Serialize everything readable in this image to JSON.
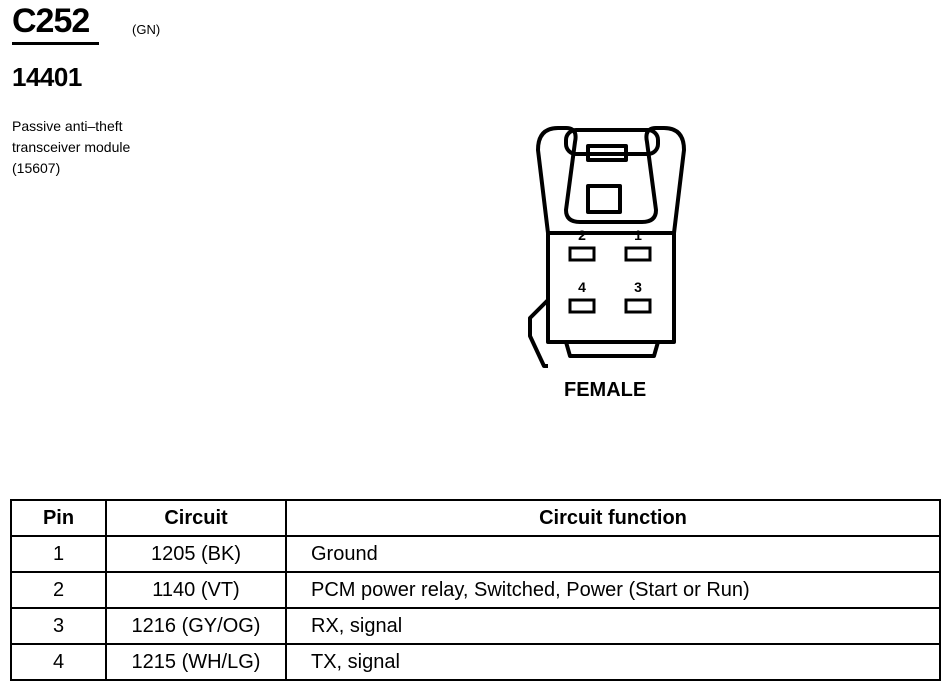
{
  "connector": {
    "id": "C252",
    "color_code": "(GN)",
    "part_number": "14401",
    "description_lines": [
      "Passive anti–theft",
      "transceiver module",
      "(15607)"
    ]
  },
  "diagram": {
    "view_label": "FEMALE",
    "cavity_labels": [
      "2",
      "1",
      "4",
      "3"
    ]
  },
  "table": {
    "headers": [
      "Pin",
      "Circuit",
      "Circuit function"
    ],
    "rows": [
      {
        "pin": "1",
        "circuit": "1205 (BK)",
        "function": "Ground"
      },
      {
        "pin": "2",
        "circuit": "1140 (VT)",
        "function": "PCM power relay, Switched, Power (Start or Run)"
      },
      {
        "pin": "3",
        "circuit": "1216 (GY/OG)",
        "function": "RX, signal"
      },
      {
        "pin": "4",
        "circuit": "1215 (WH/LG)",
        "function": "TX, signal"
      }
    ]
  }
}
